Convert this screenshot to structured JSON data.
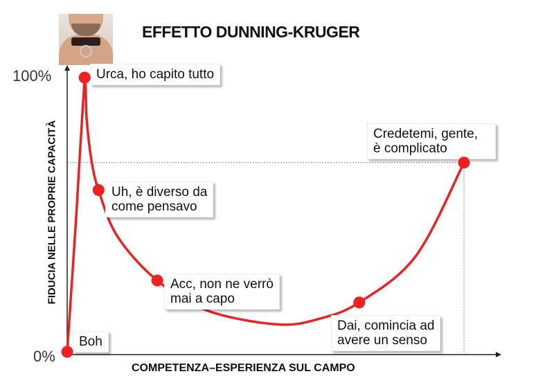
{
  "title": "EFFETTO DUNNING-KRUGER",
  "chart_data": {
    "type": "line",
    "title": "EFFETTO DUNNING-KRUGER",
    "xlabel": "COMPETENZA–ESPERIENZA SUL CAMPO",
    "ylabel": "FIDUCIA NELLE PROPRIE CAPACITÀ",
    "yticks": [
      "0%",
      "100%"
    ],
    "xlim": [
      0,
      100
    ],
    "ylim": [
      0,
      100
    ],
    "curve": [
      [
        0,
        0
      ],
      [
        2.3,
        50
      ],
      [
        4.4,
        100
      ],
      [
        4.9,
        85
      ],
      [
        6.1,
        70
      ],
      [
        7.9,
        59
      ],
      [
        12.7,
        42
      ],
      [
        22.7,
        26
      ],
      [
        35.4,
        15
      ],
      [
        52.9,
        10
      ],
      [
        63.4,
        12
      ],
      [
        73.6,
        18
      ],
      [
        87.9,
        35
      ],
      [
        100,
        69
      ]
    ],
    "points": [
      {
        "x": 0,
        "y": 0,
        "label": "Boh"
      },
      {
        "x": 4.4,
        "y": 100,
        "label": "Urca, ho capito tutto"
      },
      {
        "x": 7.9,
        "y": 59,
        "label": "Uh, è diverso da\ncome pensavo"
      },
      {
        "x": 22.7,
        "y": 26,
        "label": "Acc, non ne verrò\nmai a capo"
      },
      {
        "x": 73.6,
        "y": 18,
        "label": "Dai, comincia ad\navere un senso"
      },
      {
        "x": 100,
        "y": 69,
        "label": "Credetemi, gente,\nè complicato"
      }
    ],
    "reference_level": 69,
    "line_color": "#f0201e"
  }
}
